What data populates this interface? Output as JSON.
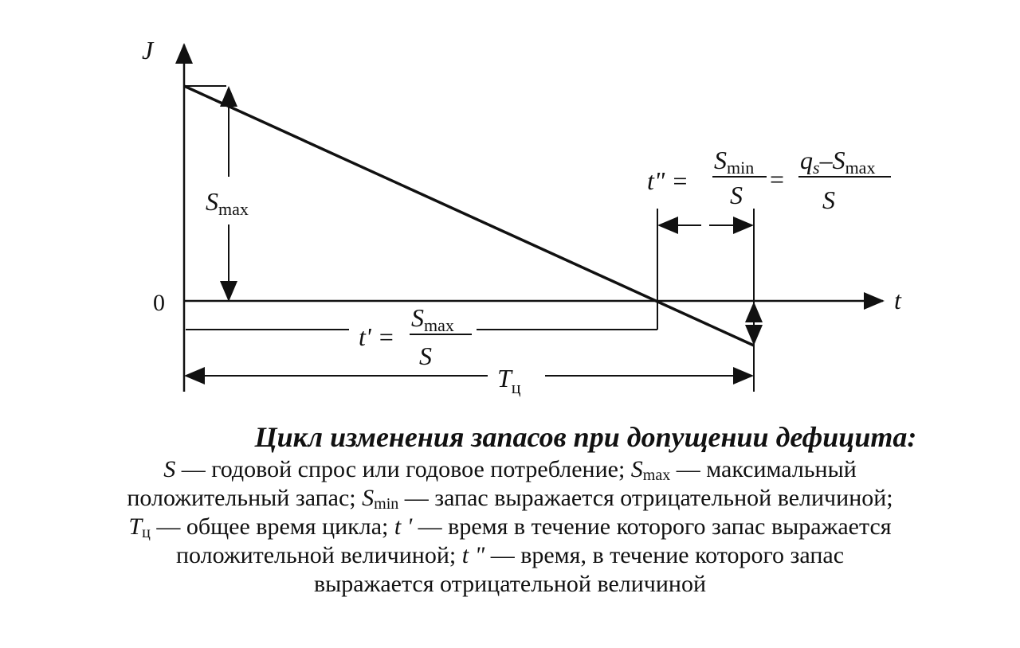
{
  "diagram": {
    "axis_y_label": "J",
    "axis_x_label": "t",
    "origin_label": "0",
    "s_max_label": {
      "base": "S",
      "sub": "max"
    },
    "t_prime": {
      "lhs": "t' =",
      "num_base": "S",
      "num_sub": "max",
      "den": "S"
    },
    "t_double_prime": {
      "lhs": "t\" =",
      "f1_num_base": "S",
      "f1_num_sub": "min",
      "f1_den": "S",
      "eq": "=",
      "f2_num_q": "q",
      "f2_num_q_sub": "s",
      "f2_num_minus": "–",
      "f2_num_base": "S",
      "f2_num_sub": "max",
      "f2_den": "S"
    },
    "cycle_label": {
      "base": "T",
      "sub": "ц"
    }
  },
  "caption": {
    "title": "Цикл изменения запасов при допущении дефицита:",
    "line1_a": "S",
    "line1_b": " — годовой спрос или годовое потребление; ",
    "line1_c": "S",
    "line1_c_sub": "max",
    "line1_d": " — максимальный",
    "line2_a": "положительный запас; ",
    "line2_b": "S",
    "line2_b_sub": "min",
    "line2_c": " — запас выражается отрицательной величиной;",
    "line3_a": "T",
    "line3_a_sub": "ц",
    "line3_b": " — общее время цикла; ",
    "line3_c": "t '",
    "line3_d": " — время в течение которого запас выражается",
    "line4_a": "положительной величиной; ",
    "line4_b": "t \"",
    "line4_c": " — время, в течение которого запас",
    "line5": "выражается отрицательной величиной"
  }
}
